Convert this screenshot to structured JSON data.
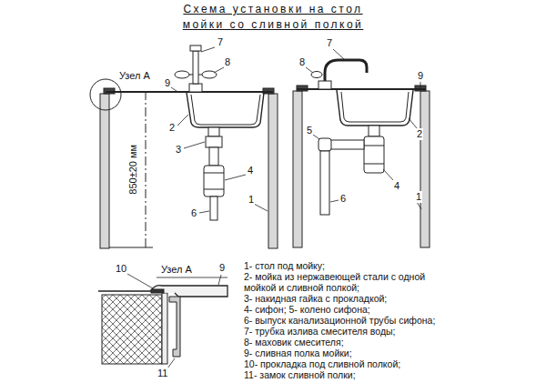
{
  "diagram": {
    "title": "Схема установки на стол мойки со сливной полкой",
    "labels": [
      "7",
      "8",
      "Узел А",
      "9",
      "2",
      "3",
      "4",
      "6",
      "1",
      "850±20 мм",
      "7",
      "8",
      "9",
      "5",
      "2",
      "4",
      "6",
      "1",
      "10",
      "Узел А",
      "9",
      "11",
      "1- стол под мойку;",
      "2- мойка из нержавеющей стали с одной мойкой и сливной полкой;",
      "3- накидная гайка с прокладкой;",
      "4- сифон; 5- колено сифона;",
      "6- выпуск канализационной трубы сифона;",
      "7- трубка излива смесителя воды;",
      "8- маховик смесителя;",
      "9- сливная полка мойки;",
      "10- прокладка под сливной полкой;",
      "11- замок сливной полки;"
    ]
  }
}
